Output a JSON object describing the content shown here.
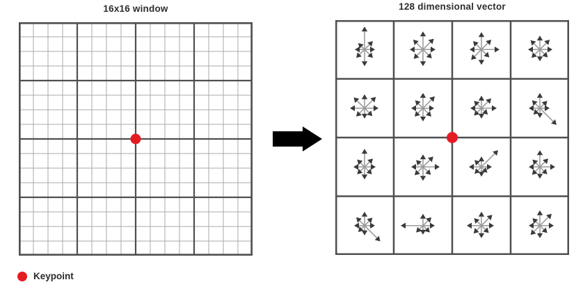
{
  "left_panel": {
    "title": "16x16 window",
    "grid": {
      "cells_per_side": 16,
      "bold_every": 4
    },
    "keypoint_position": "center"
  },
  "flow_arrow": {
    "direction": "right"
  },
  "right_panel": {
    "title": "128 dimensional vector",
    "grid": {
      "rows": 4,
      "cols": 4
    },
    "keypoint_position": "center",
    "histogram_directions": [
      "N",
      "NE",
      "E",
      "SE",
      "S",
      "SW",
      "W",
      "NW"
    ],
    "cells": [
      [
        33,
        17,
        15,
        17,
        24,
        17,
        14,
        13
      ],
      [
        26,
        22,
        18,
        18,
        24,
        19,
        19,
        20
      ],
      [
        25,
        20,
        26,
        16,
        22,
        21,
        17,
        17
      ],
      [
        20,
        20,
        18,
        16,
        17,
        17,
        17,
        19
      ],
      [
        20,
        23,
        20,
        16,
        15,
        17,
        21,
        22
      ],
      [
        22,
        24,
        16,
        17,
        19,
        17,
        17,
        16
      ],
      [
        18,
        20,
        22,
        13,
        15,
        15,
        16,
        15
      ],
      [
        22,
        15,
        14,
        34,
        14,
        13,
        16,
        16
      ],
      [
        26,
        17,
        16,
        15,
        18,
        15,
        16,
        15
      ],
      [
        18,
        21,
        24,
        16,
        20,
        17,
        17,
        14
      ],
      [
        15,
        34,
        15,
        12,
        14,
        14,
        18,
        14
      ],
      [
        24,
        17,
        22,
        15,
        17,
        16,
        16,
        15
      ],
      [
        20,
        16,
        15,
        32,
        14,
        13,
        15,
        17
      ],
      [
        17,
        17,
        17,
        14,
        13,
        14,
        32,
        0
      ],
      [
        20,
        22,
        18,
        15,
        18,
        16,
        21,
        15
      ],
      [
        22,
        24,
        20,
        15,
        18,
        19,
        16,
        15
      ]
    ]
  },
  "legend": {
    "label": "Keypoint"
  },
  "colors": {
    "keypoint_red": "#e51b22",
    "grid_thin": "#a8a8a8",
    "grid_bold": "#4f4f4f",
    "star_shaft": "#9c9c9c",
    "star_head": "#3a3a3a",
    "flow_arrow_black": "#000000"
  }
}
